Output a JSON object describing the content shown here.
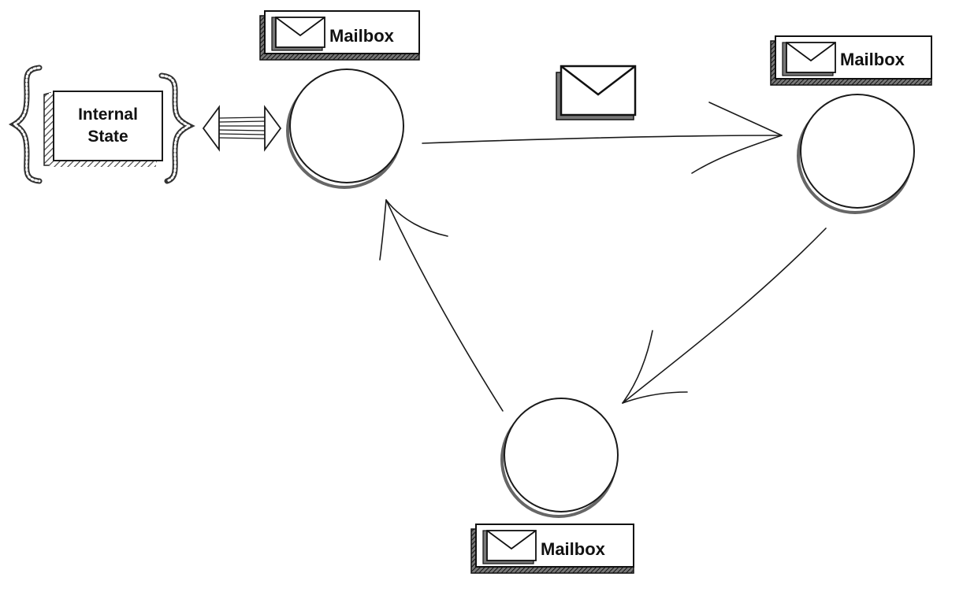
{
  "diagram": {
    "internal_state": {
      "label_line1": "Internal",
      "label_line2": "State"
    },
    "mailboxes": [
      {
        "label": "Mailbox",
        "icon": "envelope-icon"
      },
      {
        "label": "Mailbox",
        "icon": "envelope-icon"
      },
      {
        "label": "Mailbox",
        "icon": "envelope-icon"
      }
    ],
    "message_icon": "envelope-icon",
    "colors": {
      "ink": "#1a1a1a",
      "background": "#ffffff",
      "hatch": "#555555"
    }
  }
}
